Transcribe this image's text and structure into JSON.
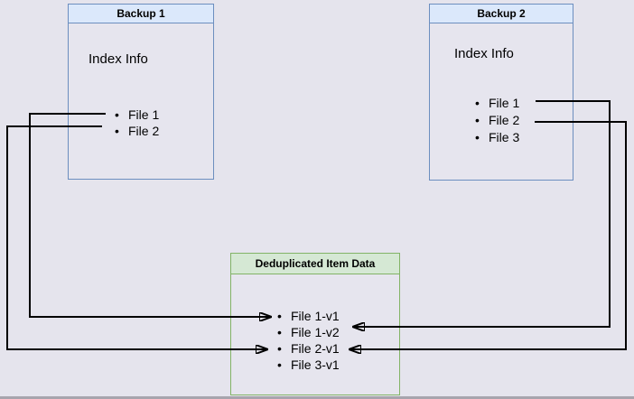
{
  "page": {
    "background_color": "#e5e4ed",
    "bottom_edge_color": "#a7a4ad",
    "bullet": "•"
  },
  "boxes": {
    "backup1": {
      "title": "Backup 1",
      "subtitle": "Index Info",
      "items": [
        "File 1",
        "File 2"
      ],
      "header_fill": "#dbe8fb",
      "border_color": "#6c8ebf"
    },
    "backup2": {
      "title": "Backup 2",
      "subtitle": "Index Info",
      "items": [
        "File 1",
        "File 2",
        "File 3"
      ],
      "header_fill": "#dbe8fb",
      "border_color": "#6c8ebf"
    },
    "dedup": {
      "title": "Deduplicated Item Data",
      "items": [
        "File 1-v1",
        "File 1-v2",
        "File 2-v1",
        "File 3-v1"
      ],
      "header_fill": "#d5e8d4",
      "border_color": "#82b366"
    }
  },
  "connections": [
    {
      "from": "Backup 1 / File 1",
      "to": "Deduplicated Item Data / File 1-v1"
    },
    {
      "from": "Backup 1 / File 2",
      "to": "Deduplicated Item Data / File 2-v1"
    },
    {
      "from": "Backup 2 / File 1",
      "to": "Deduplicated Item Data / File 1-v2"
    },
    {
      "from": "Backup 2 / File 2",
      "to": "Deduplicated Item Data / File 2-v1"
    }
  ],
  "line_color": "#000000"
}
